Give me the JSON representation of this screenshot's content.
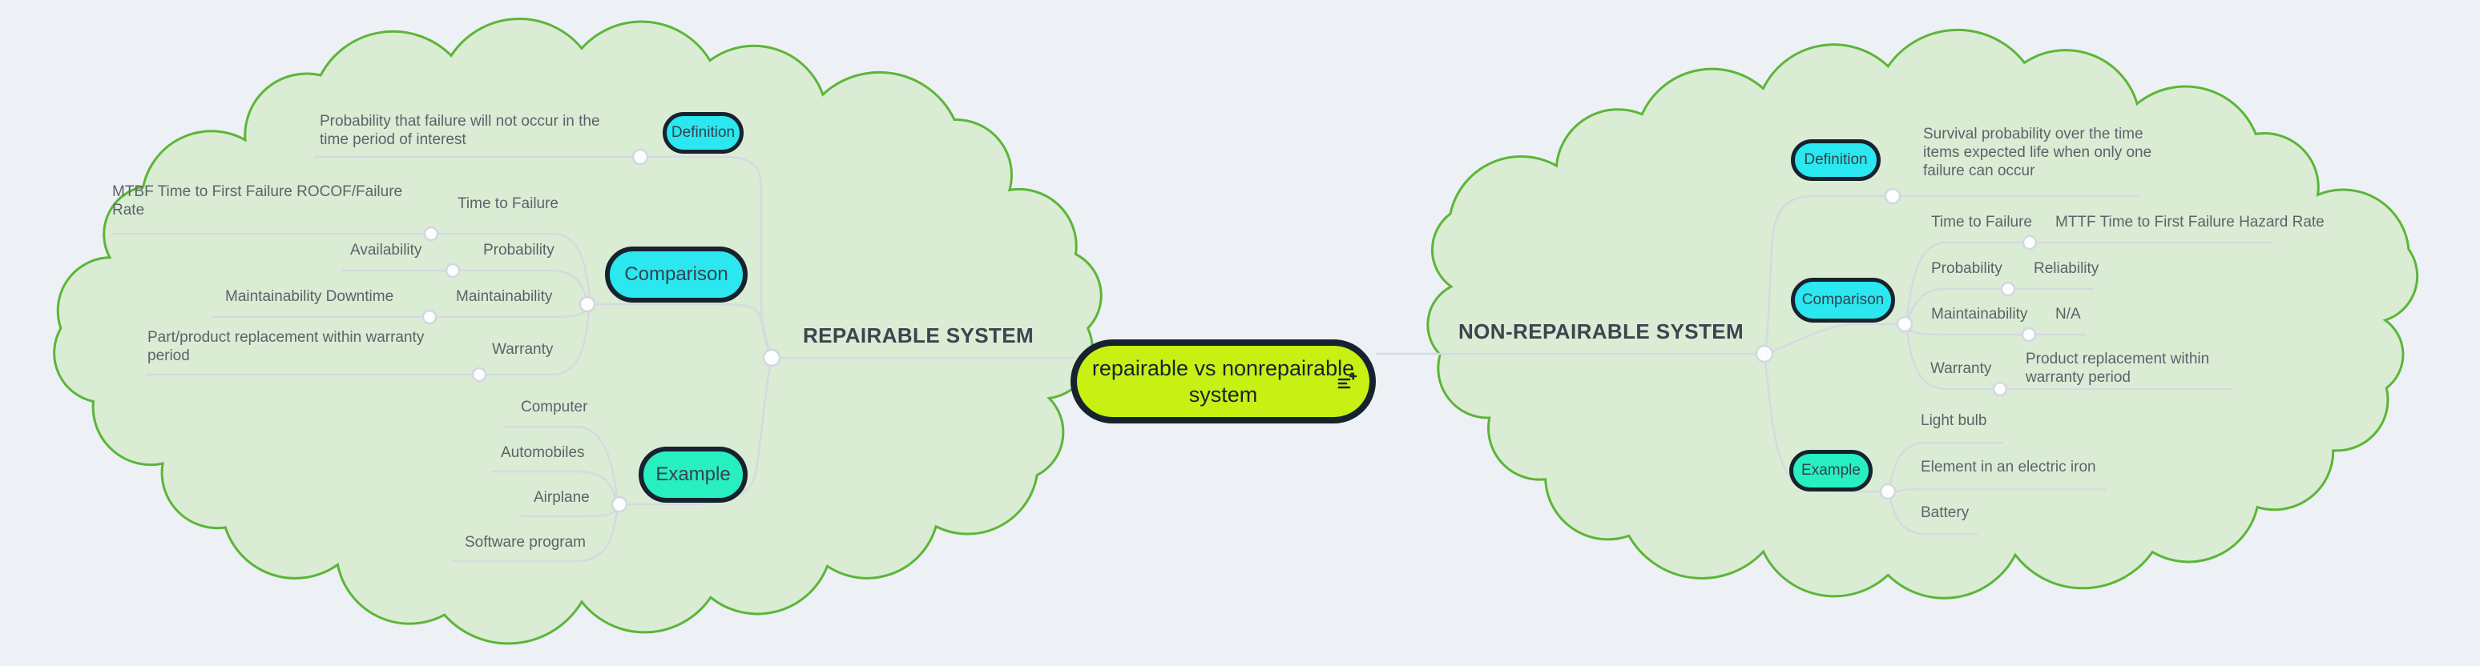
{
  "canvas": {
    "background": "#EDF1F5",
    "cloud_fill": "#DAECD4",
    "cloud_stroke": "#5BB637",
    "connector_color": "#D5D9E1",
    "center_fill": "#C8F013",
    "node_border": "#16222D",
    "pill_cyan": "#2AE7F0",
    "pill_mint": "#27EFC0",
    "text_gray": "#5A6468",
    "title_color": "#3A454E"
  },
  "center": {
    "label": "repairable vs nonrepairable system",
    "icon": "notes-plus-icon"
  },
  "left": {
    "title": "REPAIRABLE SYSTEM",
    "definition": {
      "pill": "Definition",
      "text": "Probability that failure will not occur in the time period of interest"
    },
    "comparison": {
      "pill": "Comparison",
      "rows": [
        {
          "value": "MTBF Time to First Failure ROCOF/Failure Rate",
          "attr": "Time to Failure"
        },
        {
          "value": "Availability",
          "attr": "Probability"
        },
        {
          "value": "Maintainability Downtime",
          "attr": "Maintainability"
        },
        {
          "value": "Part/product replacement within warranty period",
          "attr": "Warranty"
        }
      ]
    },
    "example": {
      "pill": "Example",
      "items": [
        "Computer",
        "Automobiles",
        "Airplane",
        "Software program"
      ]
    }
  },
  "right": {
    "title": "NON-REPAIRABLE SYSTEM",
    "definition": {
      "pill": "Definition",
      "text": "Survival probability over the time items expected life when only one failure can occur"
    },
    "comparison": {
      "pill": "Comparison",
      "rows": [
        {
          "attr": "Time to Failure",
          "value": "MTTF Time to First Failure Hazard Rate"
        },
        {
          "attr": "Probability",
          "value": "Reliability"
        },
        {
          "attr": "Maintainability",
          "value": "N/A"
        },
        {
          "attr": "Warranty",
          "value": "Product replacement within warranty period"
        }
      ]
    },
    "example": {
      "pill": "Example",
      "items": [
        "Light bulb",
        "Element in an electric iron",
        "Battery"
      ]
    }
  }
}
